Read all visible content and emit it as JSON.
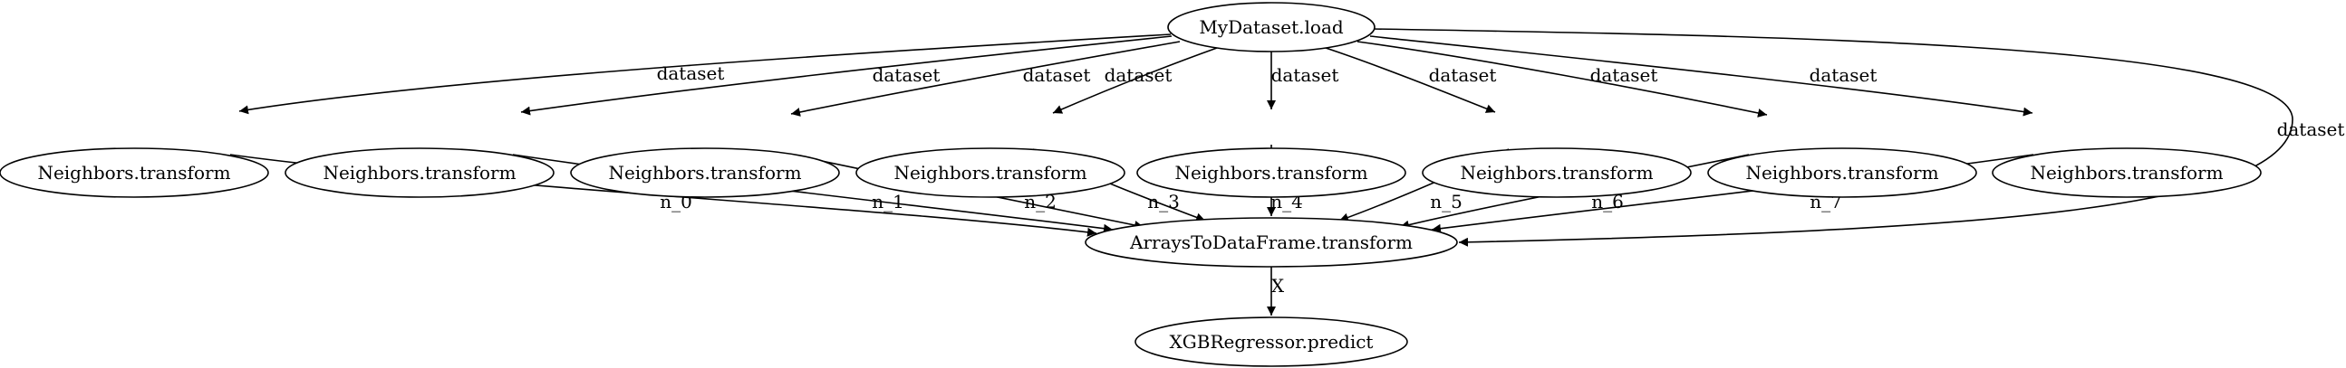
{
  "graph": {
    "nodes": [
      {
        "id": "load",
        "label": "MyDataset.load"
      },
      {
        "id": "n0",
        "label": "Neighbors.transform"
      },
      {
        "id": "n1",
        "label": "Neighbors.transform"
      },
      {
        "id": "n2",
        "label": "Neighbors.transform"
      },
      {
        "id": "n3",
        "label": "Neighbors.transform"
      },
      {
        "id": "n4",
        "label": "Neighbors.transform"
      },
      {
        "id": "n5",
        "label": "Neighbors.transform"
      },
      {
        "id": "n6",
        "label": "Neighbors.transform"
      },
      {
        "id": "n7",
        "label": "Neighbors.transform"
      },
      {
        "id": "a2df",
        "label": "ArraysToDataFrame.transform"
      },
      {
        "id": "xgb",
        "label": "XGBRegressor.predict"
      }
    ],
    "edges": [
      {
        "from": "load",
        "to": "n0",
        "label": "dataset"
      },
      {
        "from": "load",
        "to": "n1",
        "label": "dataset"
      },
      {
        "from": "load",
        "to": "n2",
        "label": "dataset"
      },
      {
        "from": "load",
        "to": "n3",
        "label": "dataset"
      },
      {
        "from": "load",
        "to": "n4",
        "label": "dataset"
      },
      {
        "from": "load",
        "to": "n5",
        "label": "dataset"
      },
      {
        "from": "load",
        "to": "n6",
        "label": "dataset"
      },
      {
        "from": "load",
        "to": "n7",
        "label": "dataset"
      },
      {
        "from": "load",
        "to": "a2df",
        "label": "dataset"
      },
      {
        "from": "n0",
        "to": "a2df",
        "label": "n_0"
      },
      {
        "from": "n1",
        "to": "a2df",
        "label": "n_1"
      },
      {
        "from": "n2",
        "to": "a2df",
        "label": "n_2"
      },
      {
        "from": "n3",
        "to": "a2df",
        "label": "n_3"
      },
      {
        "from": "n4",
        "to": "a2df",
        "label": "n_4"
      },
      {
        "from": "n5",
        "to": "a2df",
        "label": "n_5"
      },
      {
        "from": "n6",
        "to": "a2df",
        "label": "n_6"
      },
      {
        "from": "n7",
        "to": "a2df",
        "label": "n_7"
      },
      {
        "from": "a2df",
        "to": "xgb",
        "label": "X"
      }
    ]
  }
}
